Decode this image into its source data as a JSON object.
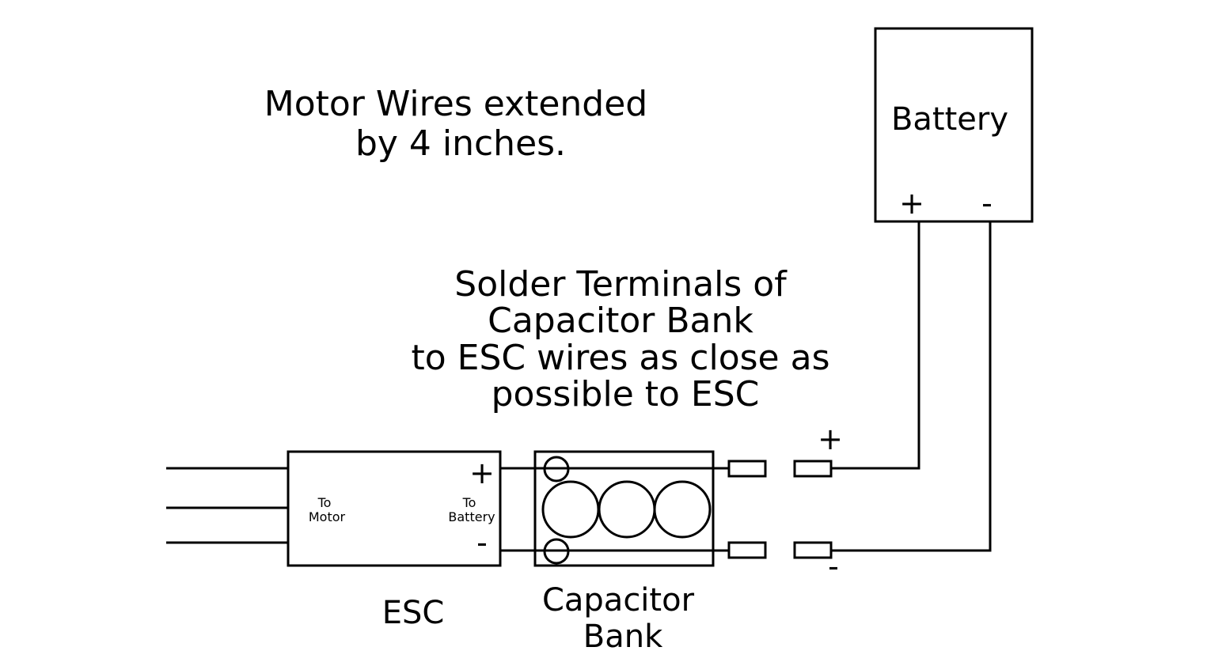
{
  "notes": {
    "motor_wires": [
      "Motor Wires extended",
      "by 4 inches."
    ],
    "solder": [
      "Solder Terminals of",
      "Capacitor Bank",
      "to ESC wires as close as",
      "possible to ESC"
    ]
  },
  "battery": {
    "label": "Battery",
    "plus": "+",
    "minus": "-"
  },
  "esc": {
    "label": "ESC",
    "to_motor": [
      "To",
      "Motor"
    ],
    "to_battery": [
      "To",
      "Battery"
    ],
    "plus": "+",
    "minus": "-"
  },
  "capacitor_bank": {
    "label": [
      "Capacitor",
      "Bank"
    ]
  },
  "connector": {
    "plus": "+",
    "minus": "-"
  },
  "colors": {
    "line": "#000000",
    "background": "#ffffff"
  }
}
